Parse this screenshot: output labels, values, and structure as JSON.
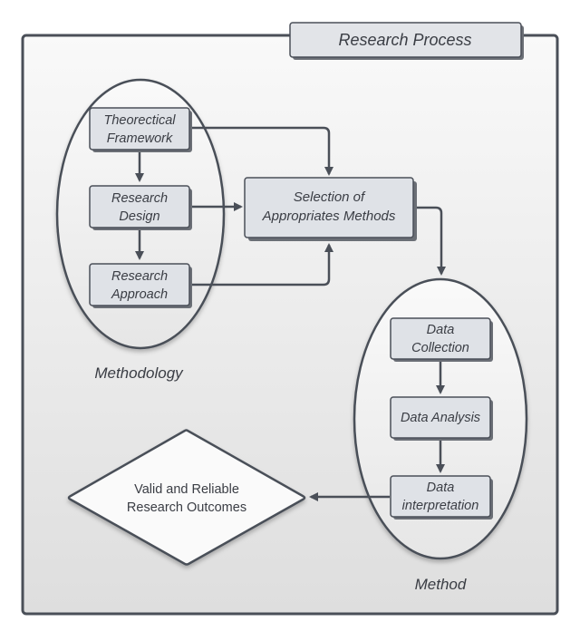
{
  "title": "Research Process",
  "groups": {
    "methodology": {
      "label": "Methodology",
      "nodes": [
        {
          "id": "theoretical-framework",
          "lines": [
            "Theorectical",
            "Framework"
          ]
        },
        {
          "id": "research-design",
          "lines": [
            "Research",
            "Design"
          ]
        },
        {
          "id": "research-approach",
          "lines": [
            "Research",
            "Approach"
          ]
        }
      ]
    },
    "method": {
      "label": "Method",
      "nodes": [
        {
          "id": "data-collection",
          "lines": [
            "Data",
            "Collection"
          ]
        },
        {
          "id": "data-analysis",
          "lines": [
            "Data Analysis"
          ]
        },
        {
          "id": "data-interpretation",
          "lines": [
            "Data",
            "interpretation"
          ]
        }
      ]
    }
  },
  "selection": {
    "lines": [
      "Selection of",
      "Appropriates Methods"
    ]
  },
  "outcome": {
    "lines": [
      "Valid and Reliable",
      "Research Outcomes"
    ]
  },
  "edges": [
    {
      "from": "theoretical-framework",
      "to": "research-design"
    },
    {
      "from": "research-design",
      "to": "research-approach"
    },
    {
      "from": "theoretical-framework",
      "to": "selection"
    },
    {
      "from": "research-design",
      "to": "selection"
    },
    {
      "from": "research-approach",
      "to": "selection"
    },
    {
      "from": "selection",
      "to": "method"
    },
    {
      "from": "data-collection",
      "to": "data-analysis"
    },
    {
      "from": "data-analysis",
      "to": "data-interpretation"
    },
    {
      "from": "data-interpretation",
      "to": "outcome"
    }
  ],
  "colors": {
    "stroke": "#4a4f58",
    "box_fill": "#dfe2e7",
    "frame_fill": "#e4e4e4",
    "ellipse_fill": "#f0f0f0",
    "text": "#3a3d44"
  }
}
